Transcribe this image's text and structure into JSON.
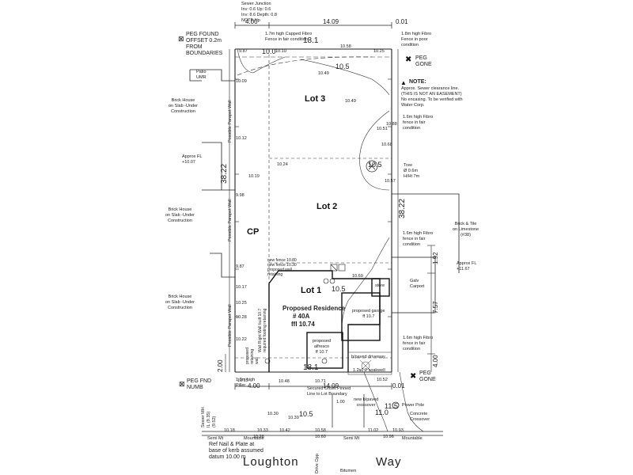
{
  "title_notes": {
    "sewer_junction": "Sewer Junction\nInv: 0.6 Up: 0.6\nInv: 8.6 Depth: 0.8\nNOTE Up",
    "peg_found": "PEG FOUND\nOFFSET 0.2m\nFROM\nBOUNDARIES",
    "peg_gone_top": "PEG\nGONE",
    "peg_gone_bottom": "PEG\nGONE",
    "peg_fnd_numb": "PEG FND\nNUMB",
    "note_title": "NOTE:",
    "note_body": "Approx. Sewer clearance line.\n(THIS IS NOT AN EASEMENT)\nNo encasing. To be verified with\nWater Corp."
  },
  "lots": {
    "lot3": "Lot 3",
    "lot2": "Lot 2",
    "lot1": "Lot 1",
    "cp": "CP",
    "proposed_residence": "Proposed Residence",
    "house_no": "# 40A",
    "ffl": "ffl 10.74"
  },
  "dimensions": {
    "top_left": "4.00",
    "top_mid": "14.09",
    "top_right": "0.01",
    "top_boundary": "18.1",
    "left_side": "38.22",
    "right_side": "38.22",
    "bottom_left": "4.00",
    "bottom_mid": "14.09",
    "bottom_right": "0.01",
    "bottom_boundary": "18.1",
    "left_200": "2.00",
    "right_192": "1.92",
    "right_757": "7.57",
    "right_400": "4.00"
  },
  "contours": {
    "c100": "10.0",
    "c105a": "10.5",
    "c105b": "10.5",
    "c105c": "10.5",
    "c105d": "10.5",
    "c110": "11.0",
    "c115": "11.5"
  },
  "spot_levels": {
    "s1": "9.87",
    "s2": "10.10",
    "s3": "10.58",
    "s4": "10.25",
    "s5": "10.49",
    "s6": "10.49",
    "s7": "10.09",
    "s8": "10.12",
    "s9": "10.19",
    "s10": "10.24",
    "s11": "10.51",
    "s12": "10.88",
    "s13": "10.68",
    "s14": "10.57",
    "s15": "9.98",
    "s16": "9.87",
    "s17": "10.17",
    "s18": "10.25",
    "s19": "10.28",
    "s20": "10.22",
    "s21": "10.60",
    "s22": "10.48",
    "s23": "10.71",
    "s24": "10.52",
    "s25": "10.18",
    "s26": "10.33",
    "s27": "10.42",
    "s28": "10.58",
    "s29": "11.02",
    "s30": "10.93",
    "s31": "10.26",
    "s32": "10.60",
    "s33": "10.96",
    "s34": "10.30",
    "s35": "10.39",
    "s36": "10.15"
  },
  "labels": {
    "fence_top": "1.7m high Capped Fibro\nFence in fair condition",
    "fence_top_right": "1.8m high Fibro\nFence in poor\ncondition",
    "patio": "Patio\nUMR",
    "brick_house_1": "Brick House\non Slab -Under\nConstruction",
    "approx_fl_left": "Approx FL\n+10.07",
    "brick_house_2": "Brick House\non Slab -Under\nConstruction",
    "brick_house_3": "Brick House\non Slab -Under\nConstruction",
    "parapet_1": "Possible Parapet Wall",
    "parapet_2": "Possible Parapet Wall",
    "parapet_3": "Possible Parapet Wall",
    "fence_right_1": "1.6m high Fibro\nfence in fair\ncondition",
    "tree": "Tree\nØ 0.6m\nH/Ht 7m",
    "brick_tile": "Brick & Tile\non Limestone\n(#38)",
    "fence_right_2": "1.6m high Fibro\nfence in fair\ncondition",
    "approx_fl_right": "Approx FL\n+11.67",
    "galv_carport": "Galv\nCarport",
    "store": "store",
    "proposed_garage": "proposed garage\nff 10.7",
    "fence_right_3": "1.6m high Fibro\nfence in fair\ncondition",
    "proposed_alfresco": "proposed\nalfresco\nff 10.7",
    "bi_paved_driveway": "b/paved driveway",
    "soakwell": "1.2x1.2 soakwell",
    "fence_bottom_left": "1.0m high\nPiller",
    "new_crossover": "new b/paved\ncrossover",
    "power_pole": "Power Pole",
    "concrete_crossover": "Concrete\nCrossover",
    "sewer_main": "Sewer MH\nIL (9.35)\n(9.52)",
    "semi_mt_1": "Semi Mt",
    "mountable_1": "Mountable",
    "semi_mt_2": "Semi Mt",
    "mountable_2": "Mountable",
    "ref_nail": "Ref Nail & Plate at\nbase of kerb assumed\ndatum 10.00 m",
    "road_name_1": "Loughton",
    "road_name_2": "Way",
    "bitumen": "Bitumen",
    "drive_opp": "Drive Opp",
    "secured_offset": "Secured Offset Pinned\nLine to Lot Boundary",
    "new_fence": "new fence 10.80\nnew fence 10.30\nproposed wall\nretaining",
    "boundary_note": "Wall Right Wall built 10.7\nrequired footing retaining",
    "proposed_wall": "proposed\nretaining\nwall",
    "b00": "1.00"
  },
  "colors": {
    "line": "#222222",
    "light": "#555555",
    "dash": "#333333"
  }
}
